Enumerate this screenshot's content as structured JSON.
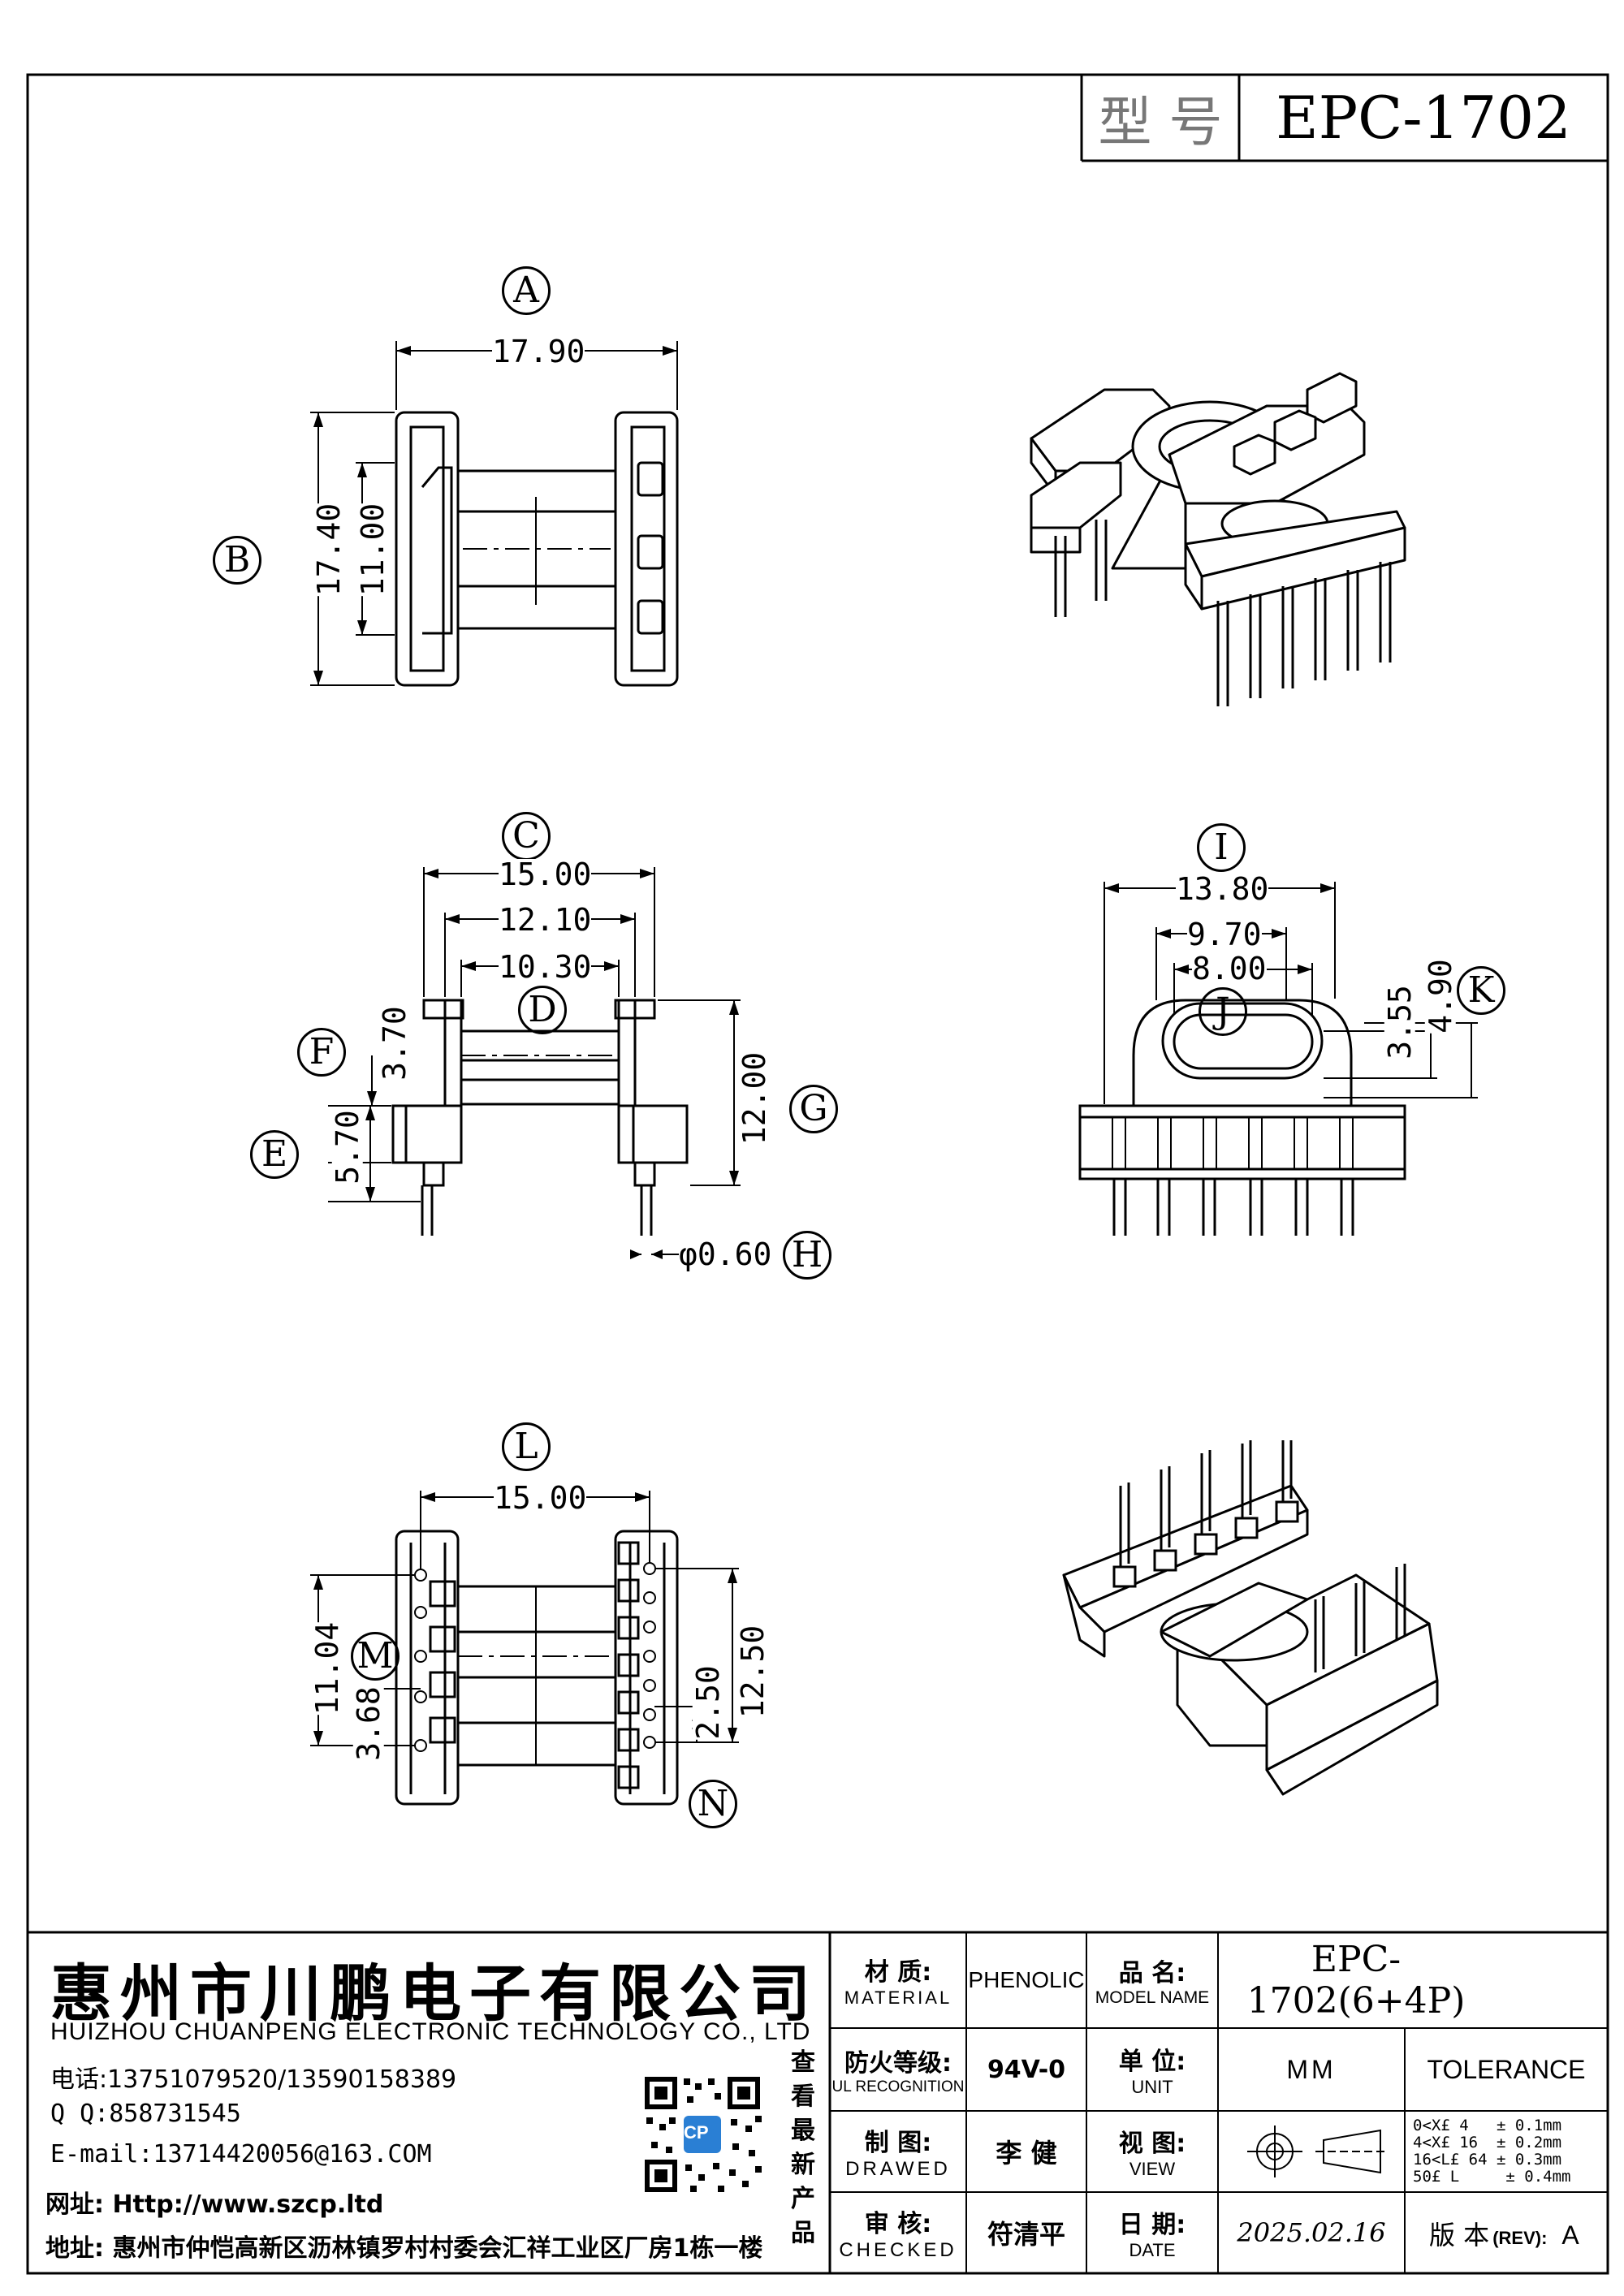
{
  "header": {
    "model_label": "型 号",
    "model_value": "EPC-1702"
  },
  "views": {
    "top": {
      "label_a": "A",
      "dim_a": "17.90",
      "label_b": "B",
      "dim_b_outer": "17.40",
      "dim_b_inner": "11.00"
    },
    "front": {
      "label_c": "C",
      "dim_c": "15.00",
      "dim_d_outer": "12.10",
      "dim_d_inner": "10.30",
      "label_d": "D",
      "label_f": "F",
      "dim_f": "3.70",
      "label_e": "E",
      "dim_e": "5.70",
      "label_g": "G",
      "dim_g": "12.00",
      "label_h": "H",
      "dim_h": "φ0.60"
    },
    "side": {
      "label_i": "I",
      "dim_i": "13.80",
      "dim_j_outer": "9.70",
      "dim_j_inner": "8.00",
      "label_j": "J",
      "dim_k_inner": "3.55",
      "dim_k_outer": "4.90",
      "label_k": "K"
    },
    "bottom": {
      "label_l": "L",
      "dim_l": "15.00",
      "label_m": "M",
      "dim_m_outer": "11.04",
      "dim_m_inner": "3.68",
      "dim_n_inner": "2.50",
      "dim_n_outer": "12.50",
      "label_n": "N"
    }
  },
  "company": {
    "name_cn": "惠州市川鹏电子有限公司",
    "name_en": "HUIZHOU CHUANPENG ELECTRONIC TECHNOLOGY CO., LTD",
    "phone": "电话:13751079520/13590158389",
    "qq": "Q Q:858731545",
    "email": "E-mail:13714420056@163.COM",
    "website": "网址: Http://www.szcp.ltd",
    "address": "地址: 惠州市仲恺高新区沥林镇罗村村委会汇祥工业区厂房1栋一楼",
    "qr_caption": "查看最新产品",
    "qr_badge": "CP"
  },
  "titleblock": {
    "material_label_cn": "材 质:",
    "material_label_en": "MATERIAL",
    "material_value": "PHENOLIC",
    "model_name_label_cn": "品 名:",
    "model_name_label_en": "MODEL NAME",
    "model_name_value": "EPC-1702(6+4P)",
    "ul_label_cn": "防火等级:",
    "ul_label_en": "UL RECOGNITION",
    "ul_value": "94V-0",
    "unit_label_cn": "单 位:",
    "unit_label_en": "UNIT",
    "unit_value": "MM",
    "tolerance_label": "TOLERANCE",
    "drawn_label_cn": "制 图:",
    "drawn_label_en": "DRAWED",
    "drawn_value": "李 健",
    "view_label_cn": "视 图:",
    "view_label_en": "VIEW",
    "tolerances": [
      "0<X£ 4   ± 0.1mm",
      "4<X£ 16  ± 0.2mm",
      "16<L£ 64 ± 0.3mm",
      "50£ L     ± 0.4mm"
    ],
    "checked_label_cn": "审 核:",
    "checked_label_en": "CHECKED",
    "checked_value": "符清平",
    "date_label_cn": "日 期:",
    "date_label_en": "DATE",
    "date_value": "2025.02.16",
    "rev_label": "版 本",
    "rev_label_en": "(REV):",
    "rev_value": "A"
  }
}
